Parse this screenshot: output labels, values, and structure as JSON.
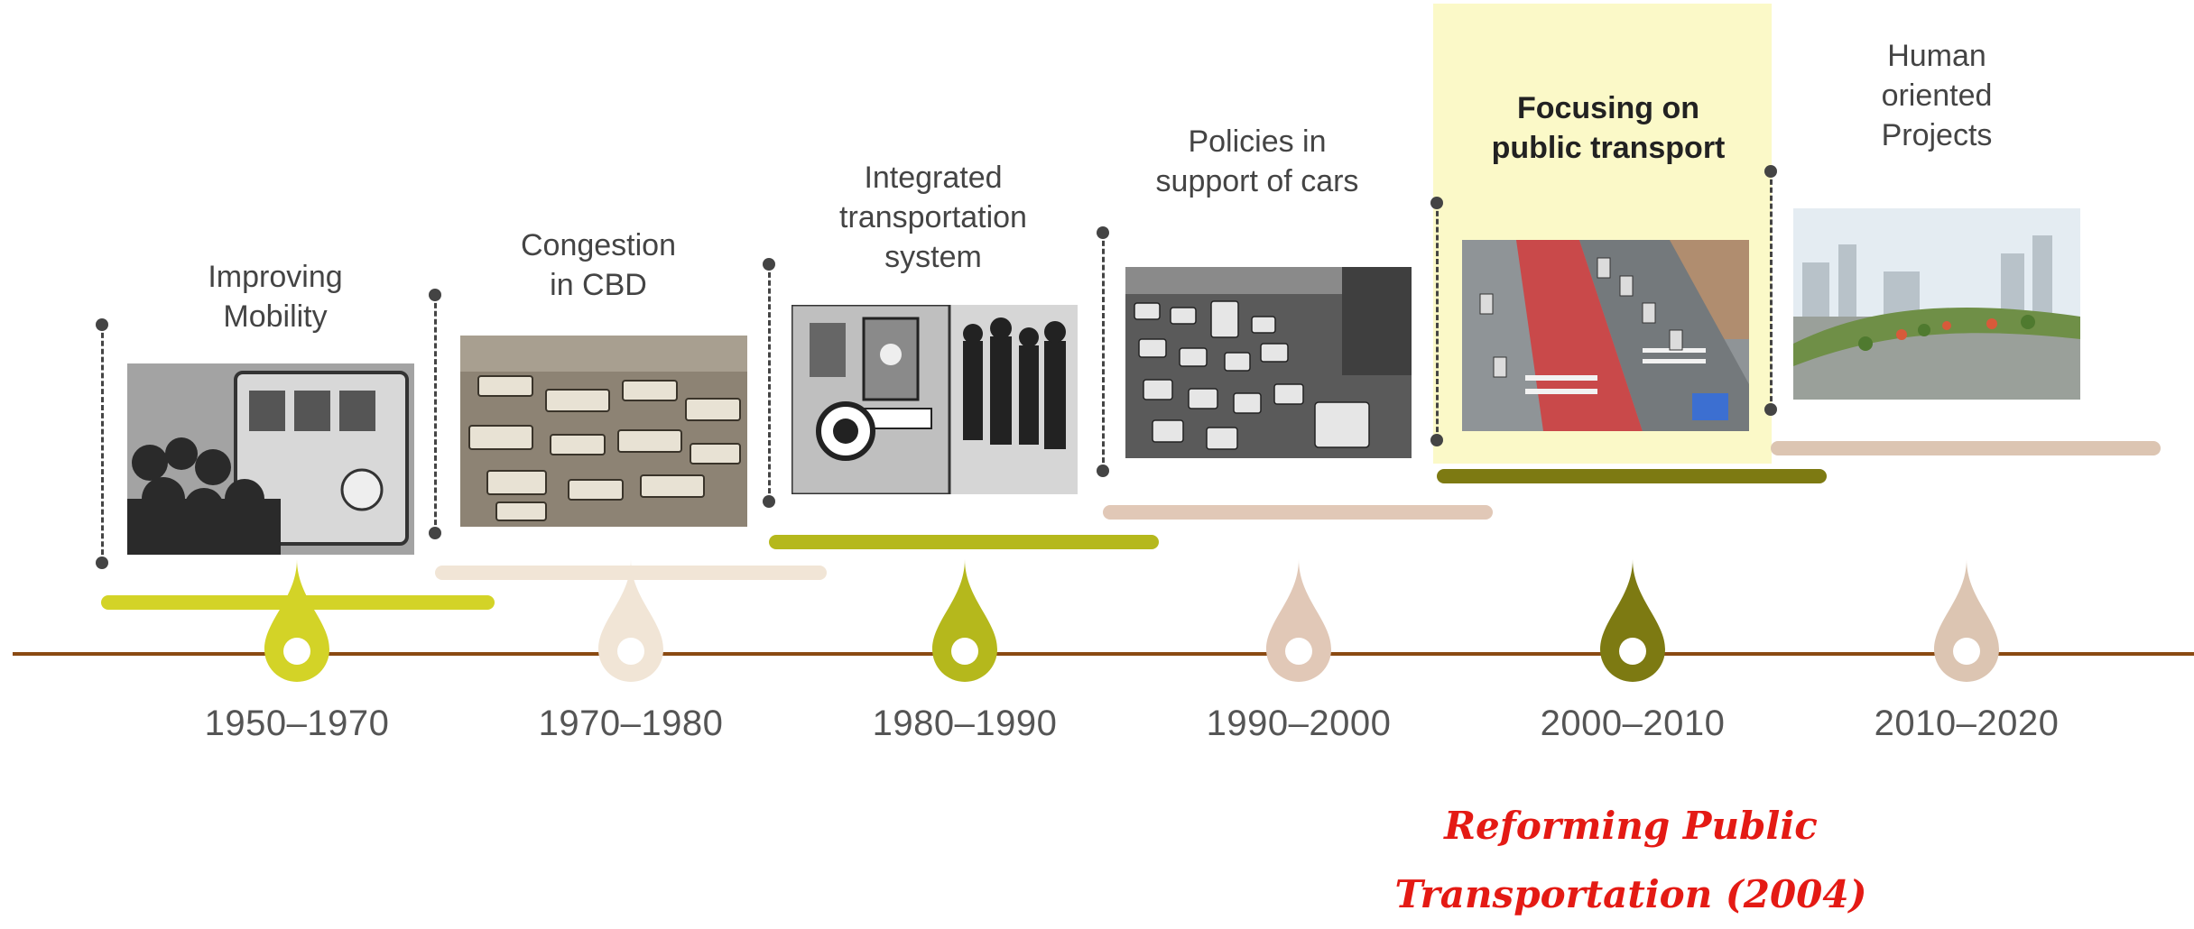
{
  "colors": {
    "axis": "#8a4a12",
    "highlight": "#fbf9c8",
    "note": "#e41a14",
    "p1": "#d3d327",
    "p2": "#f1e5d6",
    "p3": "#b5b81c",
    "p4": "#e1c8b7",
    "p5": "#7d7a12",
    "p6": "#dcc5b2"
  },
  "periods": [
    {
      "years": "1950–1970",
      "title_lines": [
        "Improving",
        "Mobility"
      ],
      "photo": "crowd boarding a streetcar"
    },
    {
      "years": "1970–1980",
      "title_lines": [
        "Congestion",
        "in CBD"
      ],
      "photo": "congested buses downtown"
    },
    {
      "years": "1980–1990",
      "title_lines": [
        "Integrated",
        "transportation",
        "system"
      ],
      "photo": "subway train opening ceremony"
    },
    {
      "years": "1990–2000",
      "title_lines": [
        "Policies in",
        "support of cars"
      ],
      "photo": "car traffic jam"
    },
    {
      "years": "2000–2010",
      "title_lines": [
        "Focusing on",
        "public transport"
      ],
      "photo": "median bus lane road"
    },
    {
      "years": "2010–2020",
      "title_lines": [
        "Human",
        "oriented",
        "Projects"
      ],
      "photo": "elevated park over city"
    }
  ],
  "note": {
    "line1": "Reforming Public",
    "line2": "Transportation (2004)"
  }
}
